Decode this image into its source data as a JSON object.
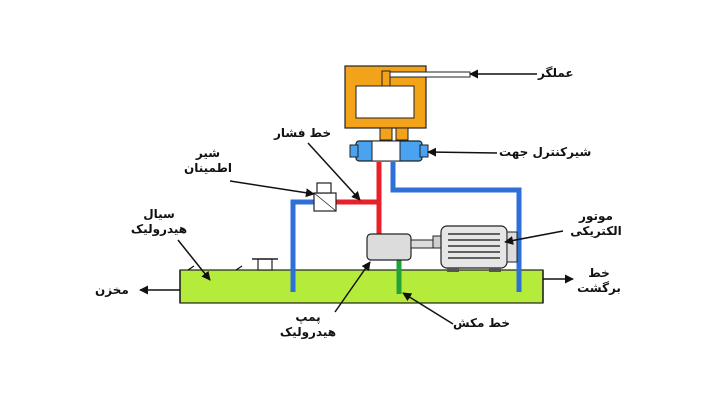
{
  "labels": {
    "actuator": "عملگر",
    "pressure_line": "خط فشار",
    "direction_valve": "شیرکنترل جهت",
    "relief_valve_line1": "شیر",
    "relief_valve_line2": "اطمینان",
    "hydraulic_fluid_line1": "سیال",
    "hydraulic_fluid_line2": "هیدرولیک",
    "electric_motor_line1": "موتور",
    "electric_motor_line2": "الکتریکی",
    "reservoir": "مخزن",
    "return_line_line1": "خط",
    "return_line_line2": "برگشت",
    "pump_line1": "پمپ",
    "pump_line2": "هیدرولیک",
    "suction_line": "خط مکش"
  },
  "colors": {
    "pressure_pipe": "#e8202a",
    "return_pipe": "#2f6fd8",
    "suction_pipe": "#23a23a",
    "fluid": "#b5ec3c",
    "actuator": "#f2a319",
    "valve": "#4aa3f0"
  }
}
